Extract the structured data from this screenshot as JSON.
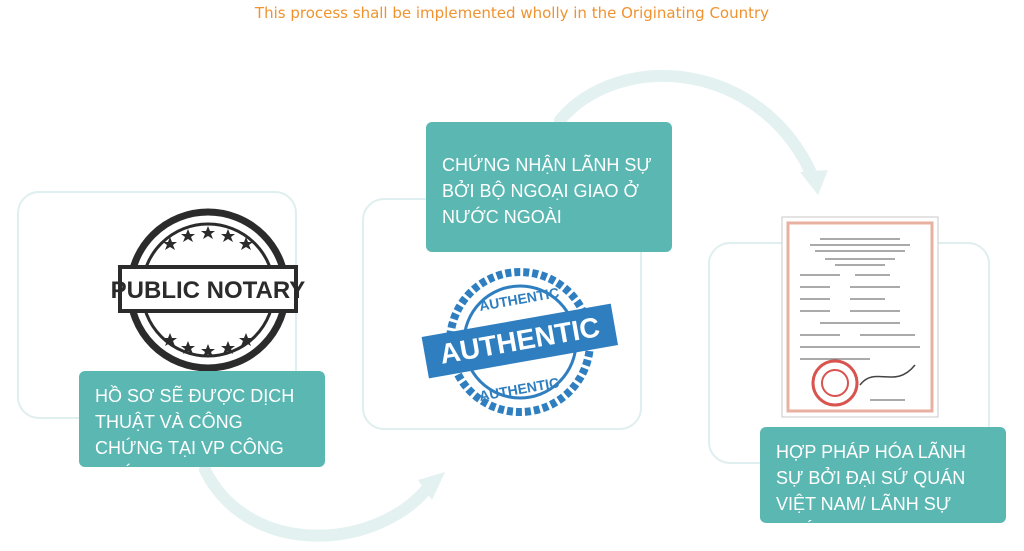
{
  "header": {
    "caption": "This process shall be implemented wholly in the Originating Country"
  },
  "steps": [
    {
      "label": "HỒ SƠ SẼ ĐƯỢC DỊCH THUẬT VÀ CÔNG CHỨNG TẠI VP CÔNG CHỨNG",
      "stamp_text": "PUBLIC NOTARY"
    },
    {
      "label": "CHỨNG NHẬN LÃNH SỰ BỞI BỘ NGOẠI GIAO Ở NƯỚC NGOÀI",
      "stamp_text": "AUTHENTIC"
    },
    {
      "label": "HỢP PHÁP HÓA LÃNH SỰ BỞI ĐẠI SỨ QUÁN VIỆT NAM/ LÃNH SỰ QUÁN",
      "stamp_text": ""
    }
  ],
  "colors": {
    "accent": "#5bb7b2",
    "header": "#f0932f",
    "card_border": "#dfeeee",
    "arrow": "#e3f1f0"
  },
  "icons": [
    "public-notary-stamp-icon",
    "authentic-seal-icon",
    "consular-document-icon"
  ]
}
